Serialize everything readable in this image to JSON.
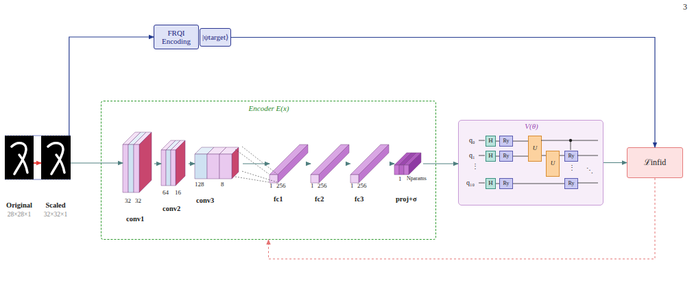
{
  "diagram": {
    "nodes": [
      {
        "text": [
          "Original",
          "28×28×1"
        ]
      },
      {
        "text": [
          "Scaled",
          "32×32×1"
        ]
      },
      {
        "text": [
          "FRQI Encoding"
        ]
      },
      {
        "text": [
          "|ψtarget⟩"
        ]
      },
      {
        "text": [
          "Encoder E(x)"
        ]
      },
      {
        "text": [
          "32",
          "32",
          "conv1"
        ],
        "in": 4
      },
      {
        "text": [
          "64",
          "16",
          "conv2"
        ],
        "in": 4
      },
      {
        "text": [
          "128",
          "8",
          "conv3"
        ],
        "in": 4
      },
      {
        "text": [
          "1",
          "256",
          "fc1"
        ],
        "in": 4
      },
      {
        "text": [
          "1",
          "256",
          "fc2"
        ],
        "in": 4
      },
      {
        "text": [
          "1",
          "256",
          "fc3"
        ],
        "in": 4
      },
      {
        "text": [
          "1",
          "Nparams",
          "proj+σ"
        ],
        "in": 4
      },
      {
        "text": [
          "V(θ)"
        ]
      },
      {
        "text": [
          "H"
        ],
        "in": 12
      },
      {
        "text": [
          "Ry"
        ],
        "in": 12
      },
      {
        "text": [
          "H"
        ],
        "in": 12
      },
      {
        "text": [
          "Ry"
        ],
        "in": 12
      },
      {
        "text": [
          "H"
        ],
        "in": 12
      },
      {
        "text": [
          "Ry"
        ],
        "in": 12
      },
      {
        "text": [
          "U"
        ],
        "in": 12
      },
      {
        "text": [
          "U"
        ],
        "in": 12
      },
      {
        "text": [
          "Ry"
        ],
        "in": 12
      },
      {
        "text": [
          "Ry"
        ],
        "in": 12
      },
      {
        "text": [
          "ℒinfid"
        ]
      }
    ],
    "edges": [
      {
        "from": 0,
        "to": 1,
        "arrow": "to"
      },
      {
        "from": 1,
        "to": 5,
        "arrow": "to"
      },
      {
        "from": 5,
        "to": 6,
        "arrow": "to"
      },
      {
        "from": 6,
        "to": 7,
        "arrow": "to"
      },
      {
        "from": 7,
        "to": 8,
        "arrow": "to"
      },
      {
        "from": 8,
        "to": 9,
        "arrow": "to"
      },
      {
        "from": 9,
        "to": 10,
        "arrow": "to"
      },
      {
        "from": 10,
        "to": 11,
        "arrow": "to"
      },
      {
        "from": 11,
        "to": 12,
        "arrow": "to"
      },
      {
        "from": 12,
        "to": 23,
        "arrow": "to"
      },
      {
        "from": 1,
        "to": 2,
        "arrow": "to"
      },
      {
        "from": 3,
        "to": 23,
        "arrow": "to"
      },
      {
        "from": 23,
        "to": 4,
        "arrow": "to"
      },
      {
        "from": 13,
        "to": 14,
        "arrow": "none"
      },
      {
        "from": 15,
        "to": 16,
        "arrow": "none"
      },
      {
        "from": 17,
        "to": 18,
        "arrow": "none"
      },
      {
        "from": 14,
        "to": 19,
        "arrow": "none"
      },
      {
        "from": 16,
        "to": 19,
        "arrow": "none"
      },
      {
        "from": 19,
        "to": 20,
        "arrow": "none"
      },
      {
        "from": 20,
        "to": 21,
        "arrow": "none"
      },
      {
        "from": 18,
        "to": 22,
        "arrow": "none"
      }
    ],
    "labels": [
      "3",
      "q₀",
      "q₁",
      "⋮",
      "q₁₀",
      "⋮",
      "⋱"
    ]
  }
}
